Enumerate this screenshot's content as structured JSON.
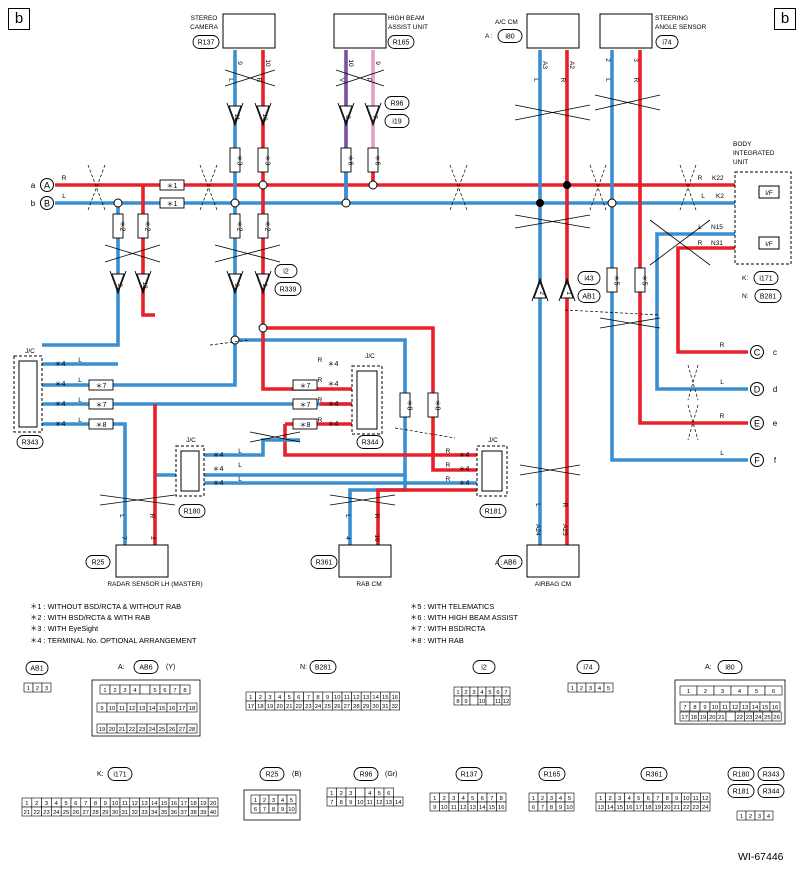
{
  "page": {
    "corner_left": "b",
    "corner_right": "b",
    "doc_id": "WI-67446"
  },
  "components": {
    "stereo_camera": {
      "title_line1": "STEREO",
      "title_line2": "CAMERA",
      "code": "R137",
      "pins": [
        "9",
        "10"
      ],
      "wires": [
        "L",
        "R"
      ]
    },
    "high_beam_assist": {
      "title_line1": "HIGH BEAM",
      "title_line2": "ASSIST UNIT",
      "code": "R165",
      "pins": [
        "10",
        "9"
      ],
      "wires": [
        "V",
        "P"
      ]
    },
    "ac_cm": {
      "title": "A/C CM",
      "prefix": "A :",
      "code": "i80",
      "pins": [
        "A3",
        "A2"
      ],
      "wires": [
        "L",
        "R"
      ]
    },
    "steering_angle_sensor": {
      "title_line1": "STEERING",
      "title_line2": "ANGLE SENSOR",
      "code": "i74",
      "pins": [
        "2",
        "3"
      ],
      "wires": [
        "L",
        "R"
      ]
    },
    "body_integrated_unit": {
      "title_line1": "BODY",
      "title_line2": "INTEGRATED",
      "title_line3": "UNIT",
      "if_label": "I/F",
      "pins": [
        "K22",
        "K2",
        "N15",
        "N31"
      ],
      "codes": [
        {
          "prefix": "K:",
          "code": "i171"
        },
        {
          "prefix": "N:",
          "code": "B281"
        }
      ]
    },
    "radar_sensor": {
      "title": "RADAR SENSOR LH (MASTER)",
      "code": "R25",
      "pins": [
        "7",
        "2"
      ],
      "wires": [
        "L",
        "R"
      ]
    },
    "rab_cm": {
      "title": "RAB CM",
      "code": "R361",
      "pins": [
        "4",
        "16"
      ],
      "wires": [
        "L",
        "R"
      ]
    },
    "airbag_cm": {
      "title": "AIRBAG CM",
      "prefix": "A :",
      "code": "AB6",
      "pins": [
        "A24",
        "A23"
      ],
      "wires": [
        "L",
        "R"
      ]
    },
    "jc_r343": {
      "title": "J/C",
      "code": "R343"
    },
    "jc_r344": {
      "title": "J/C",
      "code": "R344"
    },
    "jc_r180": {
      "title": "J/C",
      "code": "R180"
    },
    "jc_r181": {
      "title": "J/C",
      "code": "R181"
    }
  },
  "connectors_inline": {
    "r96": "R96",
    "i19": "i19",
    "i2": "i2",
    "r339": "R339",
    "i43": "i43",
    "ab1": "AB1",
    "pins_top": [
      "11",
      "10",
      "8",
      "7"
    ],
    "pins_mid": [
      "3",
      "12",
      "9",
      "1"
    ],
    "pins_ab": [
      "2",
      "1"
    ]
  },
  "buses": {
    "a_label": "a",
    "a_circle": "A",
    "a_wire": "R",
    "b_label": "b",
    "b_circle": "B",
    "b_wire": "L"
  },
  "outputs": [
    {
      "circle": "C",
      "label": "c",
      "wire": "R"
    },
    {
      "circle": "D",
      "label": "d",
      "wire": "L"
    },
    {
      "circle": "E",
      "label": "e",
      "wire": "R"
    },
    {
      "circle": "F",
      "label": "f",
      "wire": "L"
    }
  ],
  "marks": {
    "m1": "＊1",
    "m2": "＊2",
    "m3": "＊3",
    "m4": "＊4",
    "m5": "＊5",
    "m6": "＊6",
    "m7": "＊7",
    "m8": "＊8"
  },
  "notes": {
    "left": [
      "＊1  : WITHOUT BSD/RCTA & WITHOUT RAB",
      "＊2  : WITH BSD/RCTA & WITH RAB",
      "＊3  : WITH EyeSight",
      "＊4  : TERMINAL No. OPTIONAL ARRANGEMENT"
    ],
    "right": [
      "＊5  : WITH TELEMATICS",
      "＊6  : WITH HIGH BEAM ASSIST",
      "＊7  : WITH BSD/RCTA",
      "＊8  : WITH RAB"
    ]
  },
  "connector_views": {
    "ab1": {
      "code": "AB1",
      "pins": [
        "1",
        "2",
        "3"
      ]
    },
    "ab6": {
      "prefix": "A:",
      "code": "AB6",
      "color": "(Y)",
      "rows": [
        [
          "1",
          "2",
          "3",
          "4",
          "",
          "5",
          "6",
          "7",
          "8"
        ],
        [
          "9",
          "10",
          "11",
          "12",
          "13",
          "14",
          "15",
          "16",
          "17",
          "18"
        ],
        [
          "19",
          "20",
          "21",
          "22",
          "23",
          "24",
          "25",
          "26",
          "27",
          "28"
        ]
      ]
    },
    "b281": {
      "prefix": "N:",
      "code": "B281",
      "rows": [
        [
          "1",
          "2",
          "3",
          "4",
          "5",
          "6",
          "7",
          "8",
          "9",
          "10",
          "11",
          "12",
          "13",
          "14",
          "15",
          "16"
        ],
        [
          "17",
          "18",
          "19",
          "20",
          "21",
          "22",
          "23",
          "24",
          "25",
          "26",
          "27",
          "28",
          "29",
          "30",
          "31",
          "32"
        ]
      ]
    },
    "i2": {
      "code": "i2",
      "rows": [
        [
          "1",
          "2",
          "3",
          "4",
          "5",
          "6",
          "7"
        ],
        [
          "8",
          "9",
          "",
          "10",
          "",
          "11",
          "12"
        ]
      ]
    },
    "i74": {
      "code": "i74",
      "rows": [
        [
          "1",
          "2",
          "3",
          "4",
          "5"
        ]
      ]
    },
    "i80": {
      "prefix": "A:",
      "code": "i80",
      "rows": [
        [
          "1",
          "2",
          "3",
          "4",
          "5",
          "6"
        ],
        [
          "7",
          "8",
          "9",
          "10",
          "11",
          "12",
          "13",
          "14",
          "15",
          "16"
        ],
        [
          "17",
          "18",
          "19",
          "20",
          "21",
          "",
          "22",
          "23",
          "24",
          "25",
          "26"
        ]
      ]
    },
    "i171": {
      "prefix": "K:",
      "code": "i171",
      "rows": [
        [
          "1",
          "2",
          "3",
          "4",
          "5",
          "6",
          "7",
          "8",
          "9",
          "10",
          "11",
          "12",
          "13",
          "14",
          "15",
          "16",
          "17",
          "18",
          "19",
          "20"
        ],
        [
          "21",
          "22",
          "23",
          "24",
          "25",
          "26",
          "27",
          "28",
          "29",
          "30",
          "31",
          "32",
          "33",
          "34",
          "35",
          "36",
          "37",
          "38",
          "39",
          "40"
        ]
      ]
    },
    "r25": {
      "code": "R25",
      "color": "(B)",
      "rows": [
        [
          "1",
          "2",
          "3",
          "4",
          "5"
        ],
        [
          "6",
          "7",
          "8",
          "9",
          "10"
        ]
      ]
    },
    "r96": {
      "code": "R96",
      "color": "(Gr)",
      "rows": [
        [
          "1",
          "2",
          "3",
          "",
          "4",
          "5",
          "6"
        ],
        [
          "7",
          "8",
          "9",
          "10",
          "11",
          "12",
          "13",
          "14"
        ]
      ]
    },
    "r137": {
      "code": "R137",
      "rows": [
        [
          "1",
          "2",
          "3",
          "4",
          "5",
          "6",
          "7",
          "8"
        ],
        [
          "9",
          "10",
          "11",
          "12",
          "13",
          "14",
          "15",
          "16"
        ]
      ]
    },
    "r165": {
      "code": "R165",
      "rows": [
        [
          "1",
          "2",
          "3",
          "4",
          "5"
        ],
        [
          "6",
          "7",
          "8",
          "9",
          "10"
        ]
      ]
    },
    "r361": {
      "code": "R361",
      "rows": [
        [
          "1",
          "2",
          "3",
          "4",
          "5",
          "6",
          "7",
          "8",
          "9",
          "10",
          "11",
          "12"
        ],
        [
          "13",
          "14",
          "15",
          "16",
          "17",
          "18",
          "19",
          "20",
          "21",
          "22",
          "23",
          "24"
        ]
      ]
    },
    "jc": {
      "codes": [
        "R180",
        "R343",
        "R181",
        "R344"
      ],
      "pins": [
        "1",
        "2",
        "3",
        "4"
      ]
    }
  },
  "colors": {
    "red_wire": "#e8202a",
    "blue_wire": "#3a8fd0",
    "violet_wire": "#7a4fa6",
    "pink_wire": "#e89cc8",
    "ink": "#000000"
  }
}
